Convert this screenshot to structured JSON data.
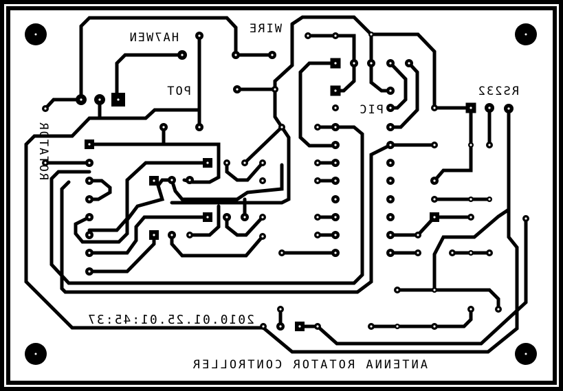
{
  "board": {
    "title": "ANTENNA ROTATOR CONTROLLER",
    "timestamp": "2010.01.25.01:45:37",
    "author": "HA7WEN",
    "labels": {
      "wire": "WIRE",
      "pot": "POT",
      "pic": "PIC",
      "rs232": "RS232",
      "rotator": "ROTATOR"
    },
    "colors": {
      "copper": "#000000",
      "background": "#ffffff"
    },
    "mirrored": true
  }
}
